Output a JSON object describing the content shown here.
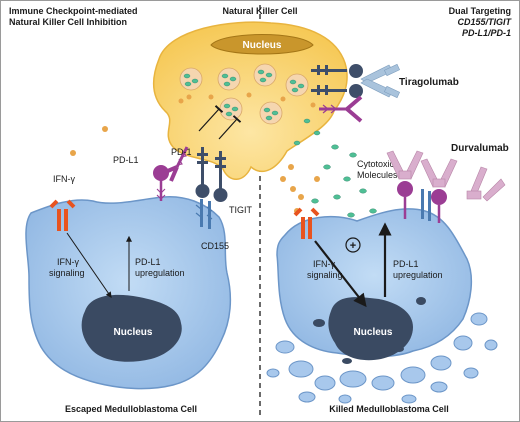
{
  "titles": {
    "left_line1": "Immune Checkpoint-mediated",
    "left_line2": "Natural Killer Cell Inhibition",
    "center": "Natural Killer Cell",
    "right_line1": "Dual Targeting",
    "right_line2": "CD155/TIGIT",
    "right_line3": "PD-L1/PD-1"
  },
  "labels": {
    "nk_nucleus": "Nucleus",
    "tiragolumab": "Tiragolumab",
    "durvalumab": "Durvalumab",
    "cytotoxic_line1": "Cytotoxic",
    "cytotoxic_line2": "Molecules",
    "pd1": "PD-1",
    "pdl1": "PD-L1",
    "tigit": "TIGIT",
    "cd155": "CD155",
    "ifng": "IFN-γ",
    "left_ifng_line1": "IFN-γ",
    "left_ifng_line2": "signaling",
    "left_pdl1_line1": "PD-L1",
    "left_pdl1_line2": "upregulation",
    "left_nucleus": "Nucleus",
    "right_ifng_line1": "IFN-γ",
    "right_ifng_line2": "signaling",
    "right_pdl1_line1": "PD-L1",
    "right_pdl1_line2": "upregulation",
    "right_nucleus": "Nucleus",
    "plus": "+",
    "escaped_cell": "Escaped Medulloblastoma Cell",
    "killed_cell": "Killed Medulloblastoma Cell"
  },
  "colors": {
    "nk_cell": "#fbd874",
    "nk_nucleus": "#c9962c",
    "tumor_cell": "#a8c8ec",
    "tumor_nucleus": "#3a4a62",
    "granule": "#4fbf95",
    "pd1": "#3e4e69",
    "pdl1": "#9b3d94",
    "antibody_tiragolumab": "#a9c3dc",
    "antibody_durvalumab": "#d9aecd",
    "ifng_receptor": "#e8531f",
    "ifng": "#e8a54a"
  }
}
